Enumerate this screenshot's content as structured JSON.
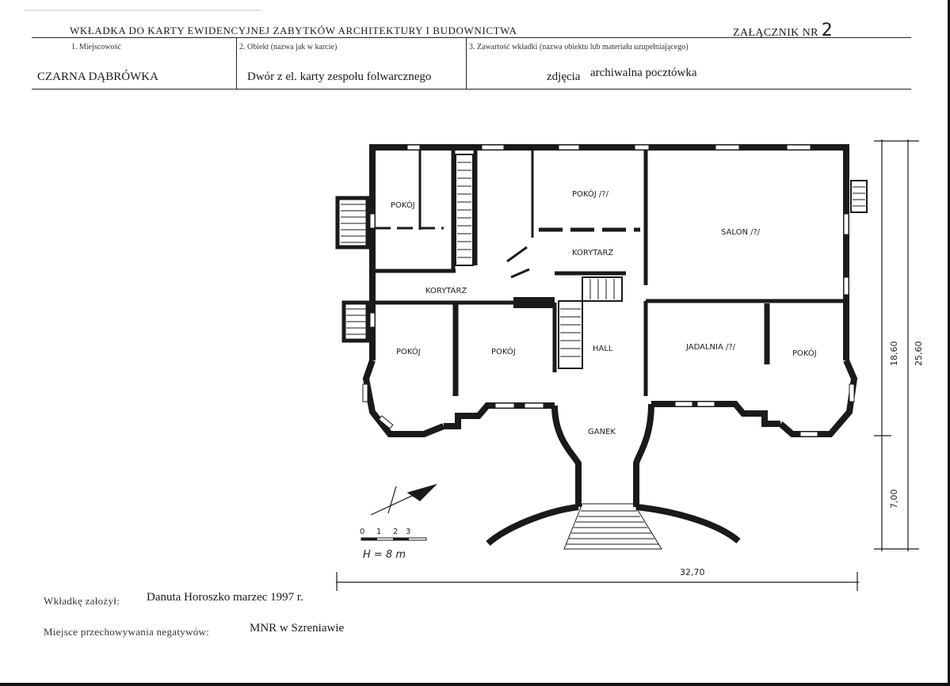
{
  "header": {
    "title": "WKŁADKA DO KARTY EWIDENCYJNEJ ZABYTKÓW ARCHITEKTURY I BUDOWNICTWA",
    "annex_label": "ZAŁĄCZNIK NR",
    "annex_number": "2"
  },
  "fields": {
    "locality_label": "1. Miejscowość",
    "locality_value": "CZARNA DĄBRÓWKA",
    "object_label": "2. Obiekt (nazwa jak w karcie)",
    "object_value": "Dwór z el. karty zespołu folwarcznego",
    "content_label": "3. Zawartość wkładki (nazwa obiektu lub materiału uzupełniającego)",
    "content_value_1": "zdjęcia",
    "content_value_2": "archiwalna pocztówka"
  },
  "plan": {
    "rooms": {
      "pokoj_nw": "POKÓJ",
      "pokoj_n": "POKÓJ /?/",
      "salon": "SALON /?/",
      "korytarz_n": "KORYTARZ",
      "korytarz_w": "KORYTARZ",
      "pokoj_sw": "POKÓJ",
      "pokoj_s": "POKÓJ",
      "hall": "HALL",
      "jadalnia": "JADALNIA /?/",
      "pokoj_se": "POKÓJ",
      "ganek": "GANEK"
    },
    "dimensions": {
      "d1860": "18,60",
      "d2560": "25,60",
      "d700": "7,00",
      "d3270": "32,70"
    },
    "scale_ticks": [
      "0",
      "1",
      "2",
      "3"
    ],
    "scale_note": "H = 8 m"
  },
  "footer": {
    "author_label": "Wkładkę założył:",
    "author_value": "Danuta Horoszko  marzec 1997 r.",
    "negatives_label": "Miejsce przechowywania negatywów:",
    "negatives_value": "MNR w Szreniawie"
  }
}
